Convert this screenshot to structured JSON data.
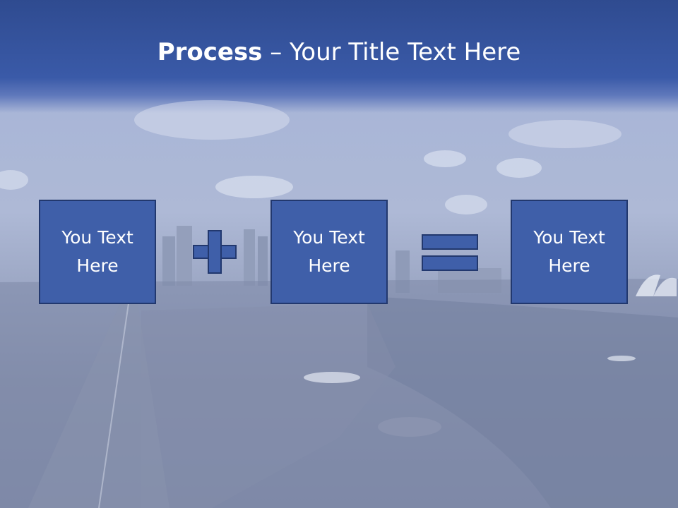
{
  "slide": {
    "title_bold": "Process",
    "title_rest": " – Your Title Text Here",
    "boxes": [
      {
        "line1": "You Text",
        "line2": "Here"
      },
      {
        "line1": "You Text",
        "line2": "Here"
      },
      {
        "line1": "You Text",
        "line2": "Here"
      }
    ]
  },
  "colors": {
    "box_fill": "#3f5fa9",
    "box_border": "#22386e",
    "header_blue": "#3a5aa8"
  },
  "icons": [
    "plus-icon",
    "equals-icon"
  ]
}
